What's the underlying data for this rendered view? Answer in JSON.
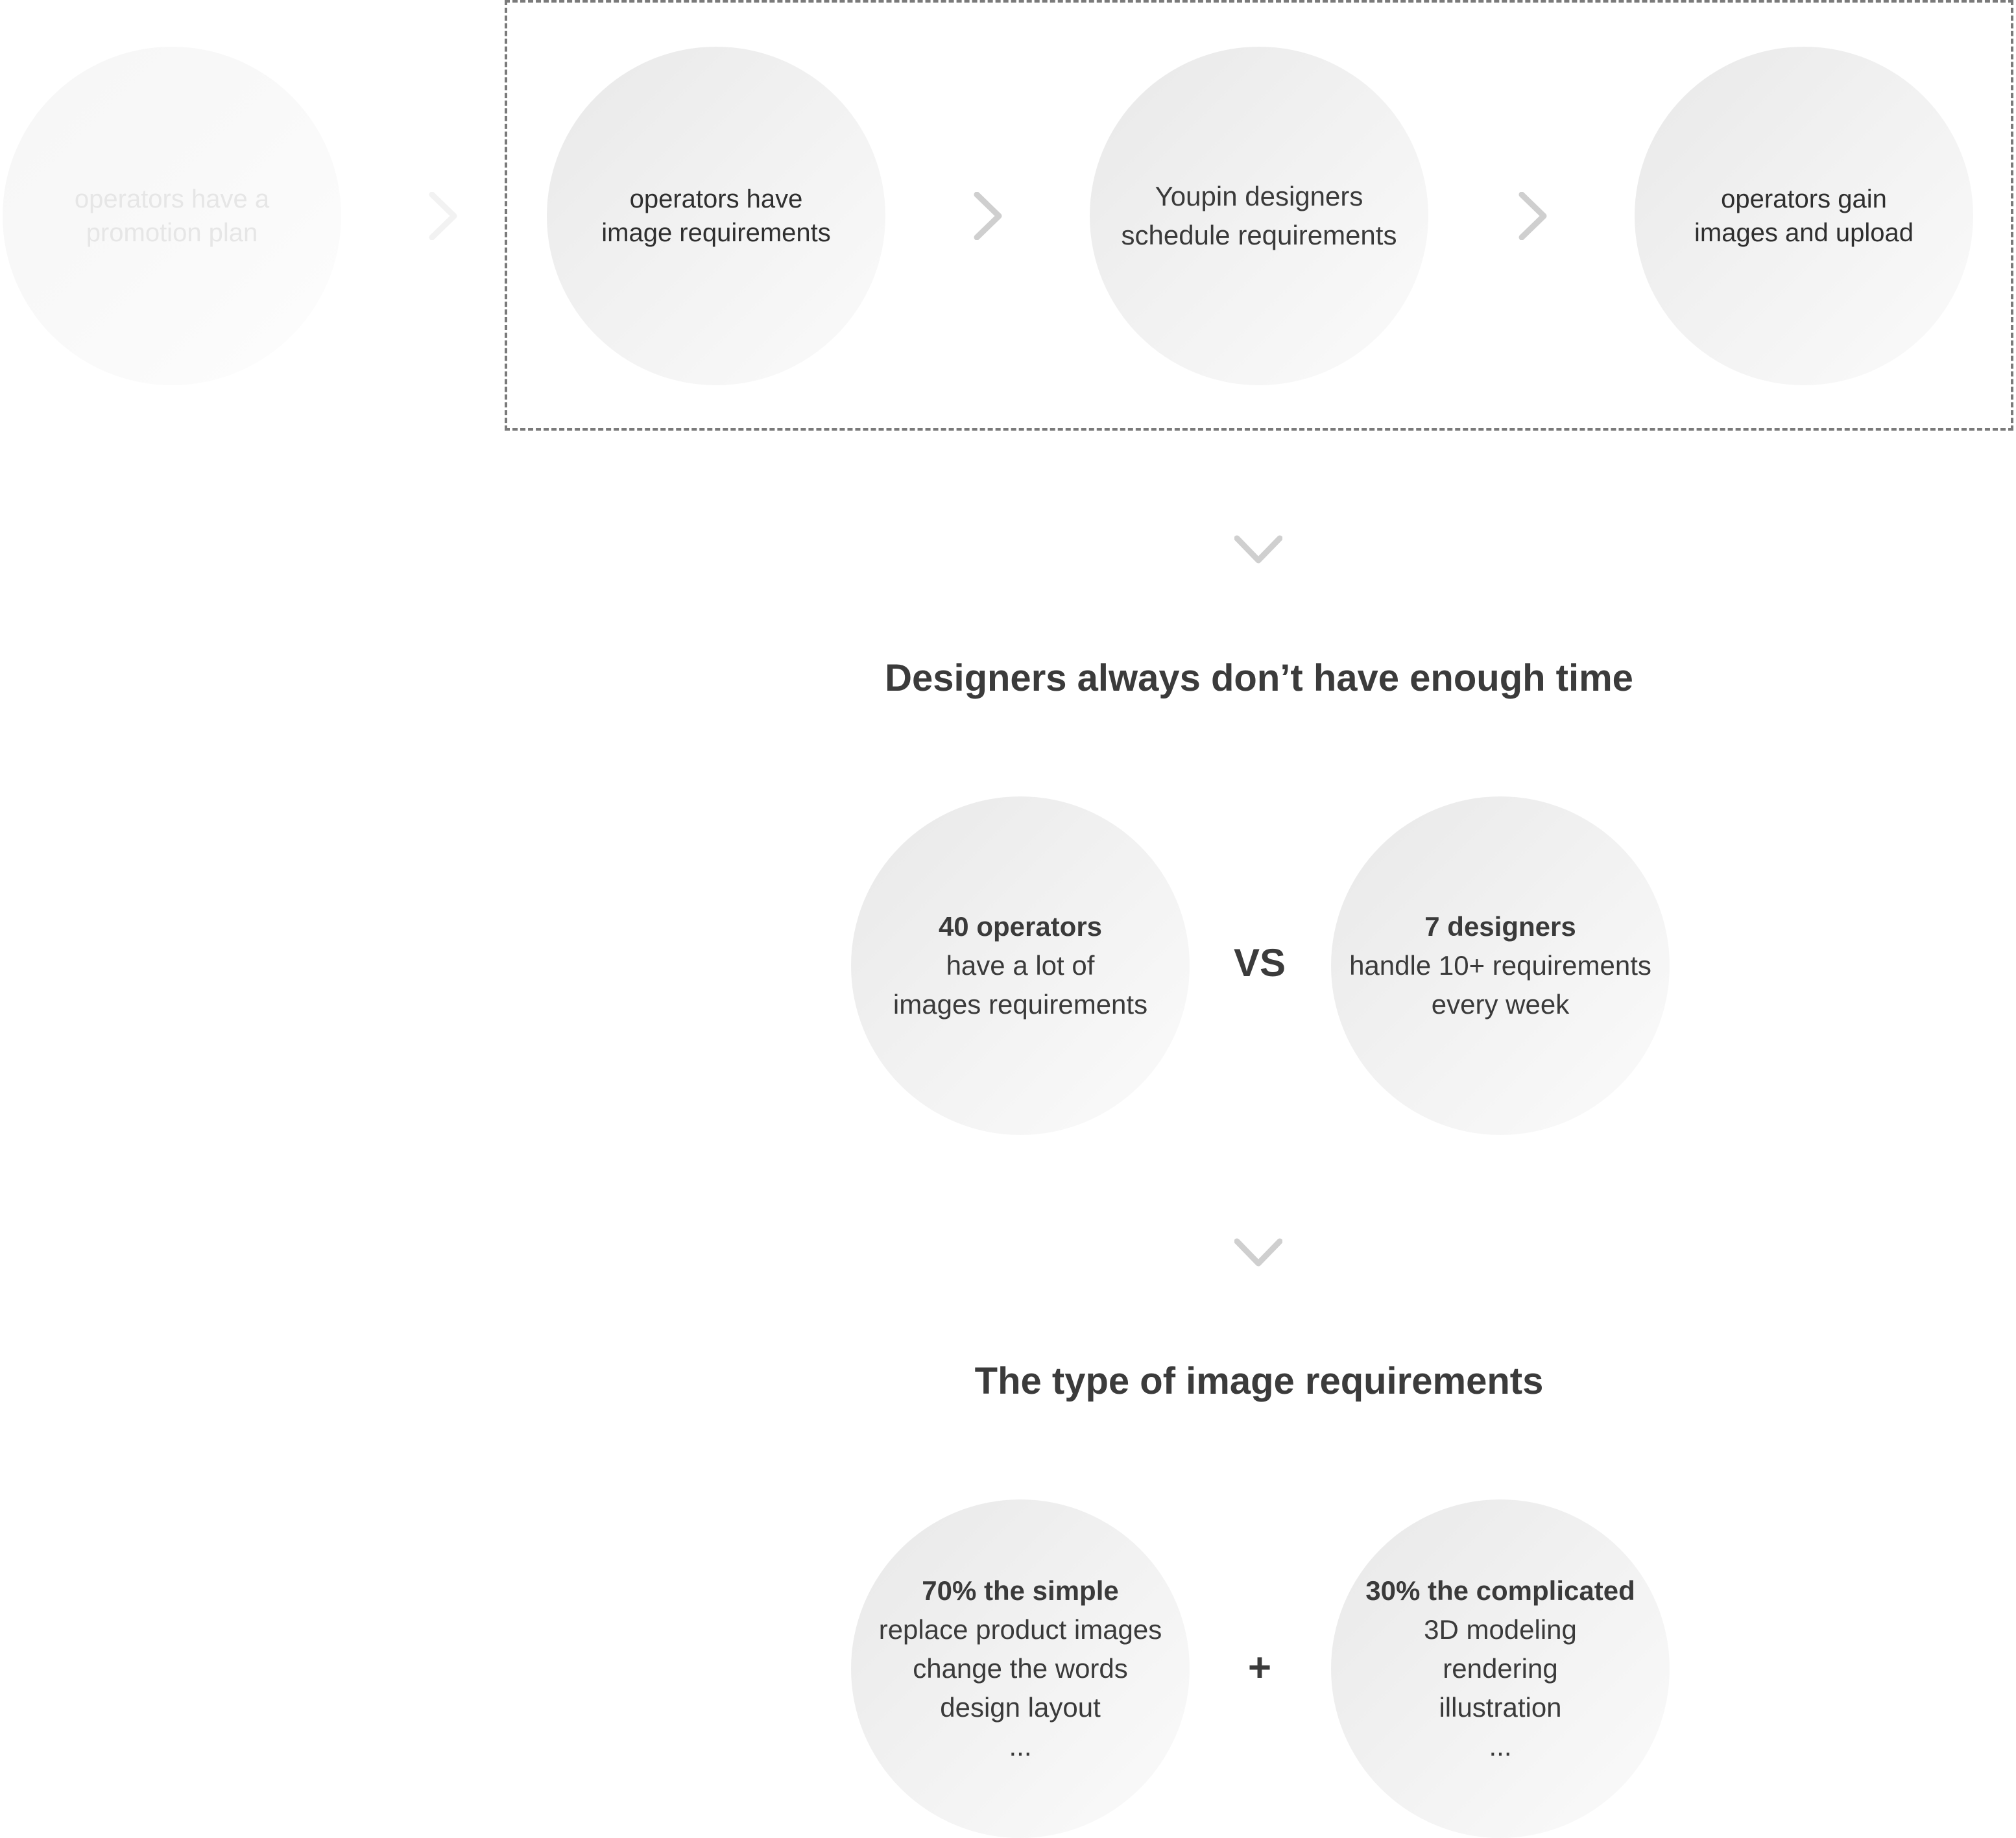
{
  "flow": {
    "steps": [
      {
        "lines": [
          "operators have a",
          "promotion plan"
        ]
      },
      {
        "lines": [
          "operators have",
          "image requirements"
        ]
      },
      {
        "lines": [
          "Youpin designers",
          "schedule requirements"
        ]
      },
      {
        "lines": [
          "operators gain",
          "images and upload"
        ]
      }
    ]
  },
  "section1": {
    "title": "Designers always don’t have enough time",
    "left": {
      "bold": "40 operators",
      "lines": [
        "have a lot of",
        "images requirements"
      ]
    },
    "operator": "VS",
    "right": {
      "bold": "7 designers",
      "lines": [
        "handle 10+ requirements",
        "every week"
      ]
    }
  },
  "section2": {
    "title": "The type of image requirements",
    "left": {
      "bold": "70% the simple",
      "lines": [
        "replace product images",
        "change the words",
        "design layout",
        "..."
      ]
    },
    "operator": "+",
    "right": {
      "bold": "30% the complicated",
      "lines": [
        "3D modeling",
        "rendering",
        "illustration",
        "..."
      ]
    }
  }
}
